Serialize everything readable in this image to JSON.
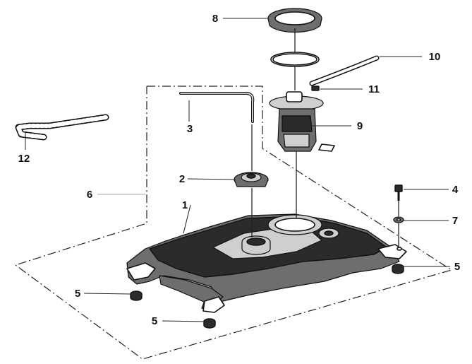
{
  "callouts": {
    "c1": "1",
    "c2": "2",
    "c3": "3",
    "c4": "4",
    "c5a": "5",
    "c5b": "5",
    "c5c": "5",
    "c6": "6",
    "c7": "7",
    "c8": "8",
    "c9": "9",
    "c10": "10",
    "c11": "11",
    "c12": "12"
  }
}
